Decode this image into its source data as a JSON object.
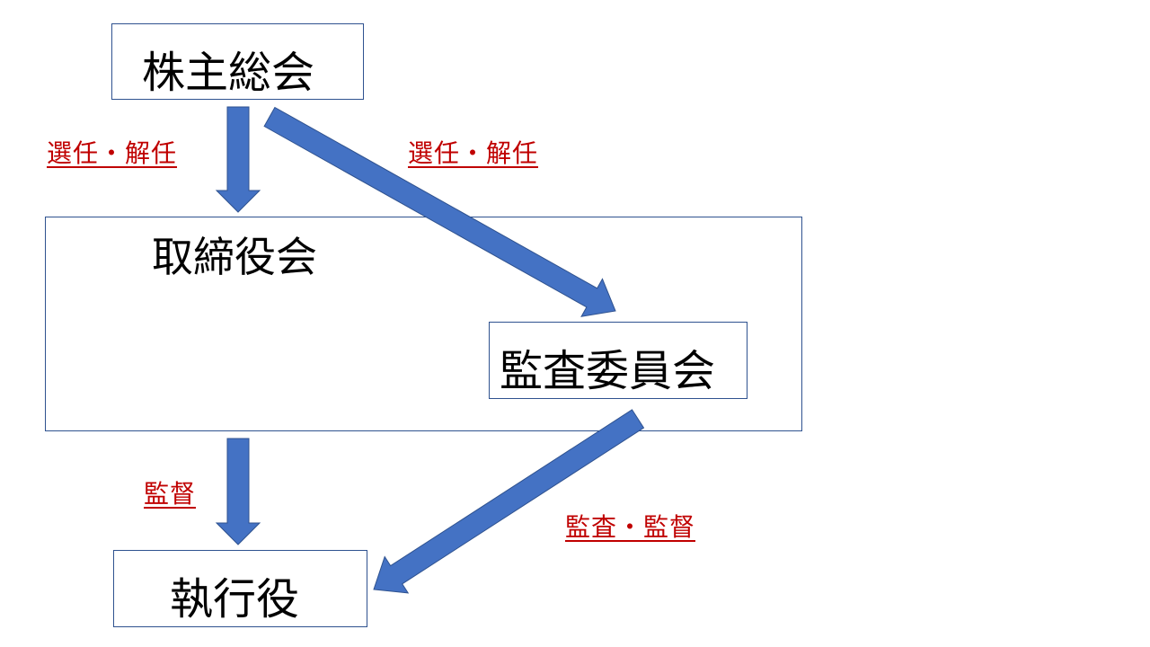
{
  "nodes": {
    "shareholders": "株主総会",
    "board": "取締役会",
    "audit_committee": "監査委員会",
    "executives": "執行役"
  },
  "edges": {
    "shareholders_to_board": "選任・解任",
    "shareholders_to_audit": "選任・解任",
    "board_to_executives": "監督",
    "audit_to_executives": "監査・監督"
  },
  "colors": {
    "arrow_fill": "#4472C4",
    "arrow_stroke": "#2F528F",
    "label": "#C00000",
    "box_border": "#2F528F"
  }
}
